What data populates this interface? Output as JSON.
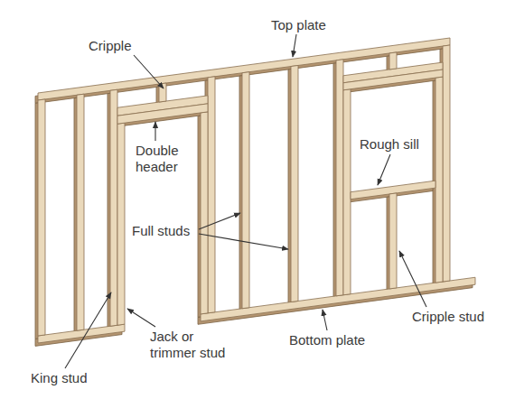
{
  "diagram": {
    "labels": [
      "Top plate",
      "Cripple",
      "Double header",
      "Full studs",
      "Rough sill",
      "Cripple stud",
      "Bottom plate",
      "Jack or trimmer stud",
      "King stud"
    ]
  }
}
